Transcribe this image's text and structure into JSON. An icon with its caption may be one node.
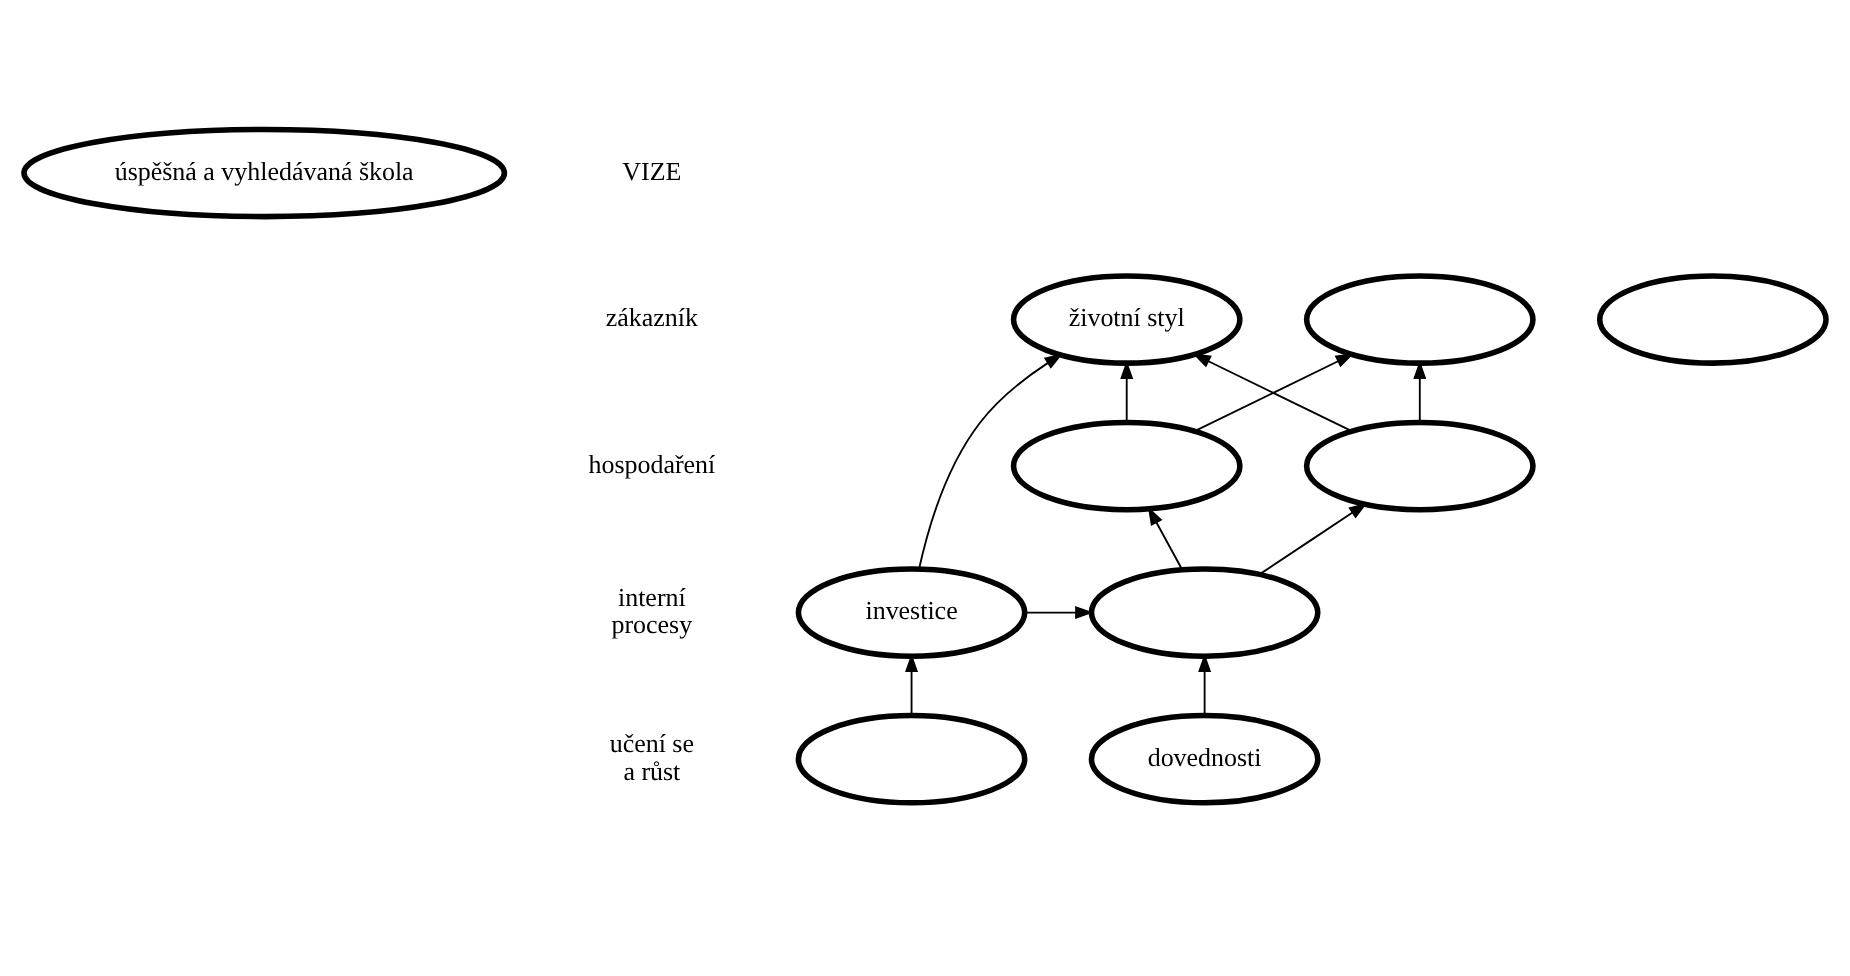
{
  "diagram": {
    "nodes": [
      {
        "text": [
          "úspěšná a vyhledávaná škola"
        ]
      },
      {
        "text": [],
        "shape": "ellipse"
      },
      {
        "text": [],
        "shape": "ellipse"
      },
      {
        "text": [
          "životní styl"
        ]
      },
      {
        "text": [],
        "shape": "ellipse"
      },
      {
        "text": [],
        "shape": "ellipse"
      },
      {
        "text": [],
        "shape": "ellipse"
      },
      {
        "text": [
          "investice"
        ]
      },
      {
        "text": [
          "dovednosti"
        ]
      },
      {
        "text": [],
        "shape": "ellipse"
      }
    ],
    "edges": [
      {
        "from": 4,
        "to": 1,
        "arrow": "to"
      },
      {
        "from": 4,
        "to": 3,
        "arrow": "to"
      },
      {
        "from": 5,
        "to": 1,
        "arrow": "to"
      },
      {
        "from": 5,
        "to": 3,
        "arrow": "to"
      },
      {
        "from": 6,
        "to": 4,
        "arrow": "to"
      },
      {
        "from": 6,
        "to": 5,
        "arrow": "to"
      },
      {
        "from": 7,
        "to": 6,
        "arrow": "to"
      },
      {
        "from": 7,
        "to": 3,
        "arrow": "to"
      },
      {
        "from": 8,
        "to": 6,
        "arrow": "to"
      },
      {
        "from": 9,
        "to": 7,
        "arrow": "to"
      }
    ],
    "labels": [
      "VIZE",
      "zákazník",
      "hospodaření",
      "interní procesy",
      "učení se a růst"
    ]
  }
}
